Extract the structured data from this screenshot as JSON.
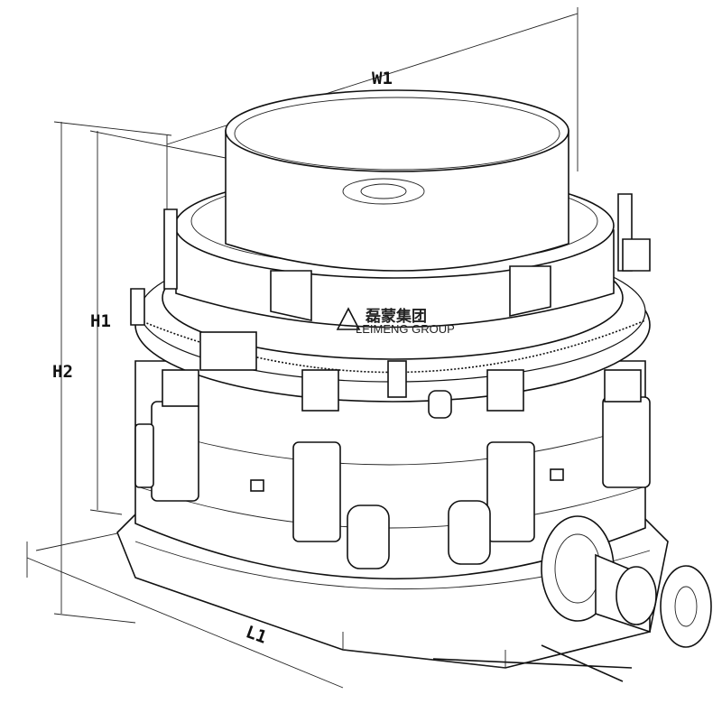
{
  "dimensions": {
    "w1": "W1",
    "h1": "H1",
    "h2": "H2",
    "l1": "L1"
  },
  "logo": {
    "chinese": "磊蒙集团",
    "english": "LEIMENG GROUP"
  },
  "colors": {
    "line": "#111111",
    "background": "#ffffff"
  }
}
